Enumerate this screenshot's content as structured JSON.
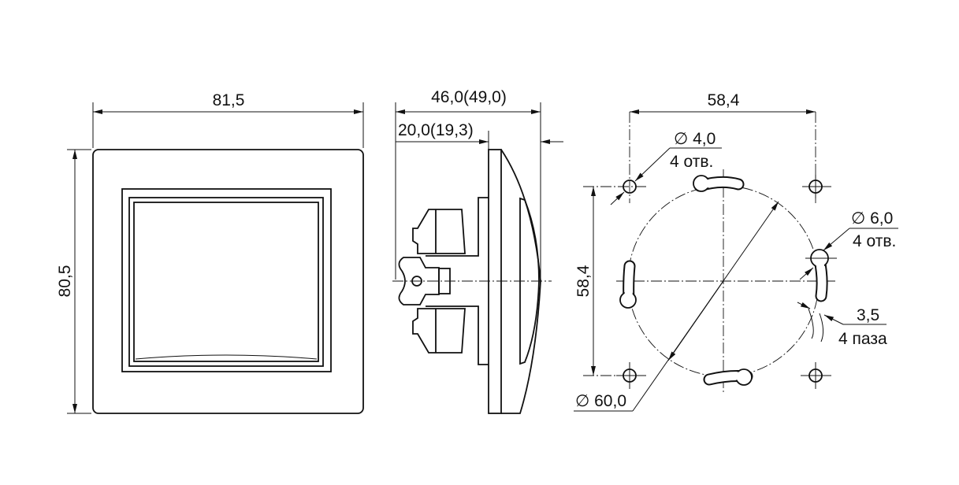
{
  "front_view": {
    "width_dim": "81,5",
    "height_dim": "80,5"
  },
  "side_view": {
    "depth_dim": "46,0(49,0)",
    "mount_dim": "20,0(19,3)"
  },
  "mounting_view": {
    "hole_spacing_h": "58,4",
    "hole_spacing_v": "58,4",
    "small_hole_dia": "∅ 4,0",
    "small_hole_count": "4 отв.",
    "large_hole_dia": "∅ 6,0",
    "large_hole_count": "4 отв.",
    "slot_width": "3,5",
    "slot_count": "4 паза",
    "circle_dia": "∅ 60,0"
  }
}
